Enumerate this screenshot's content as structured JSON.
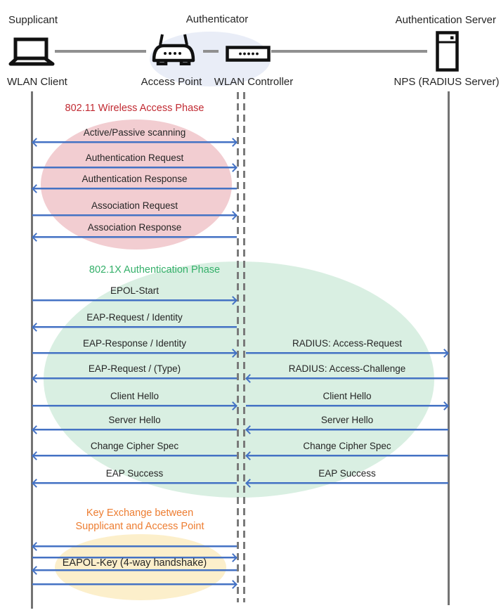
{
  "actors": {
    "supplicant": {
      "role": "Supplicant",
      "device": "WLAN Client"
    },
    "authenticator": {
      "role": "Authenticator",
      "access_point": "Access Point",
      "controller": "WLAN Controller"
    },
    "auth_server": {
      "role": "Authentication Server",
      "device": "NPS (RADIUS Server)"
    }
  },
  "colors": {
    "arrow_blue": "#4472C4",
    "phase1_title": "#C12A32",
    "phase1_ellipse": "#F2CDD1",
    "phase2_title": "#35B06A",
    "phase2_ellipse": "#D9EFE2",
    "phase3_title": "#ED7D31",
    "phase3_ellipse": "#FCEFCB",
    "authenticator_ellipse": "#E9EDF7",
    "lifeline_gray": "#737373"
  },
  "phases": [
    {
      "title": "802.11 Wireless Access Phase",
      "messages": [
        {
          "label": "Active/Passive scanning",
          "direction": "both",
          "segment": "client-controller"
        },
        {
          "label": "Authentication Request",
          "direction": "right",
          "segment": "client-controller"
        },
        {
          "label": "Authentication Response",
          "direction": "left",
          "segment": "client-controller"
        },
        {
          "label": "Association Request",
          "direction": "right",
          "segment": "client-controller"
        },
        {
          "label": "Association Response",
          "direction": "left",
          "segment": "client-controller"
        }
      ]
    },
    {
      "title": "802.1X Authentication Phase",
      "messages": [
        {
          "label": "EPOL-Start",
          "direction": "right",
          "segment": "client-controller"
        },
        {
          "label": "EAP-Request / Identity",
          "direction": "left",
          "segment": "client-controller"
        },
        {
          "label": "EAP-Response / Identity",
          "direction": "right",
          "segment": "client-controller"
        },
        {
          "label": "RADIUS: Access-Request",
          "direction": "right",
          "segment": "controller-server"
        },
        {
          "label": "EAP-Request / (Type)",
          "direction": "left",
          "segment": "client-controller"
        },
        {
          "label": "RADIUS: Access-Challenge",
          "direction": "left",
          "segment": "controller-server"
        },
        {
          "label": "Client Hello",
          "direction": "right",
          "segment": "client-controller"
        },
        {
          "label": "Client Hello",
          "direction": "right",
          "segment": "controller-server"
        },
        {
          "label": "Server Hello",
          "direction": "left",
          "segment": "client-controller"
        },
        {
          "label": "Server Hello",
          "direction": "left",
          "segment": "controller-server"
        },
        {
          "label": "Change Cipher Spec",
          "direction": "left",
          "segment": "client-controller"
        },
        {
          "label": "Change Cipher Spec",
          "direction": "left",
          "segment": "controller-server"
        },
        {
          "label": "EAP Success",
          "direction": "left",
          "segment": "client-controller"
        },
        {
          "label": "EAP Success",
          "direction": "left",
          "segment": "controller-server"
        }
      ]
    },
    {
      "title_line1": "Key Exchange between",
      "title_line2": "Supplicant and Access Point",
      "messages": [
        {
          "label": "",
          "direction": "left",
          "segment": "client-controller"
        },
        {
          "label": "",
          "direction": "right",
          "segment": "client-controller"
        },
        {
          "label": "EAPOL-Key (4-way handshake)",
          "direction": "left",
          "segment": "client-controller"
        },
        {
          "label": "",
          "direction": "right",
          "segment": "client-controller"
        }
      ]
    }
  ]
}
